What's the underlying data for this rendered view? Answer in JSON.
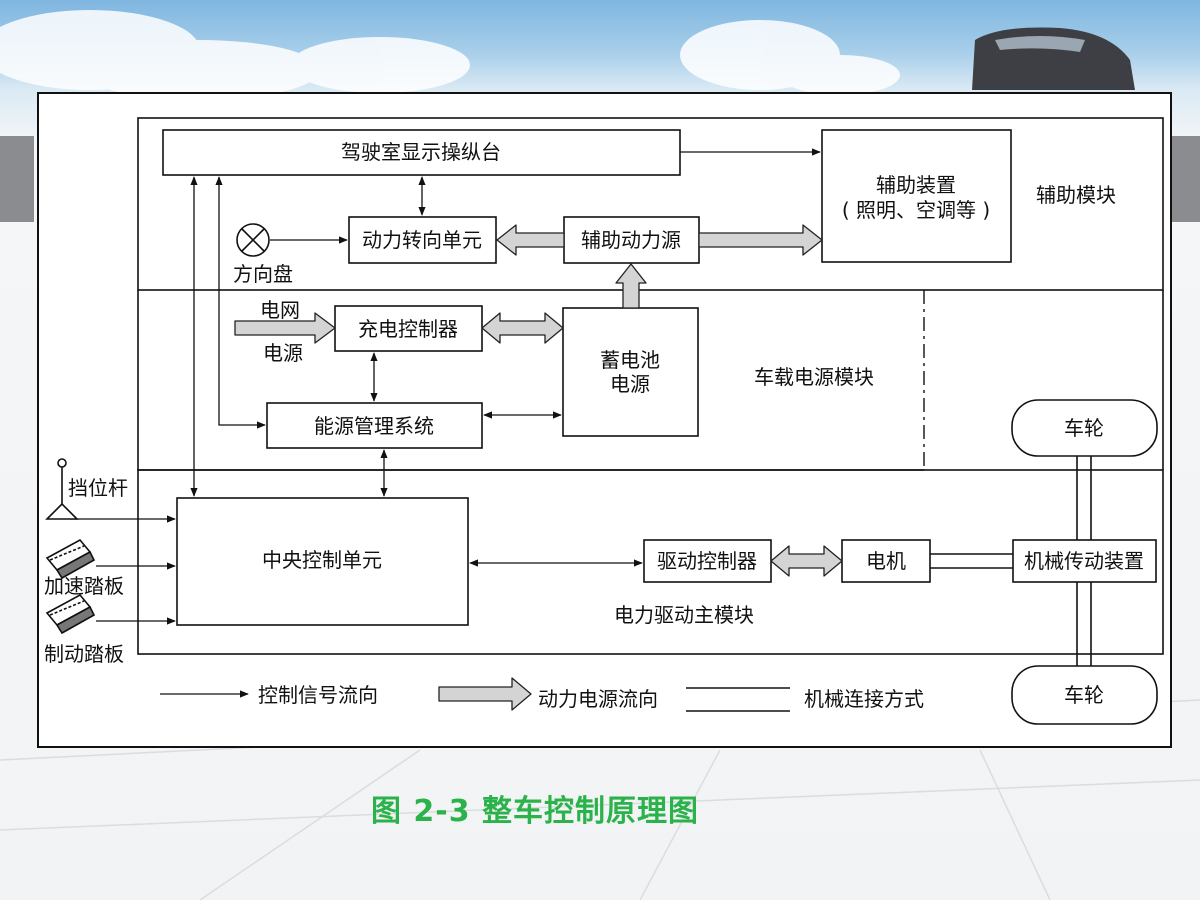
{
  "caption": "图 2-3 整车控制原理图",
  "modules": {
    "aux": "辅助模块",
    "power": "车载电源模块",
    "drive": "电力驱动主模块"
  },
  "blocks": {
    "cab_console": "驾驶室显示操纵台",
    "aux_device_line1": "辅助装置",
    "aux_device_line2": "( 照明、空调等 )",
    "power_steering": "动力转向单元",
    "aux_power": "辅助动力源",
    "charge_ctrl": "充电控制器",
    "battery_line1": "蓄电池",
    "battery_line2": "电源",
    "ems": "能源管理系统",
    "central_ctrl": "中央控制单元",
    "drive_ctrl": "驱动控制器",
    "motor": "电机",
    "mech_trans": "机械传动装置",
    "wheel_top": "车轮",
    "wheel_bottom": "车轮"
  },
  "inputs": {
    "steering_wheel": "方向盘",
    "grid_line1": "电网",
    "grid_line2": "电源",
    "gear_lever": "挡位杆",
    "accel_pedal": "加速踏板",
    "brake_pedal": "制动踏板"
  },
  "legend": {
    "signal": "控制信号流向",
    "power": "动力电源流向",
    "mechanical": "机械连接方式"
  }
}
